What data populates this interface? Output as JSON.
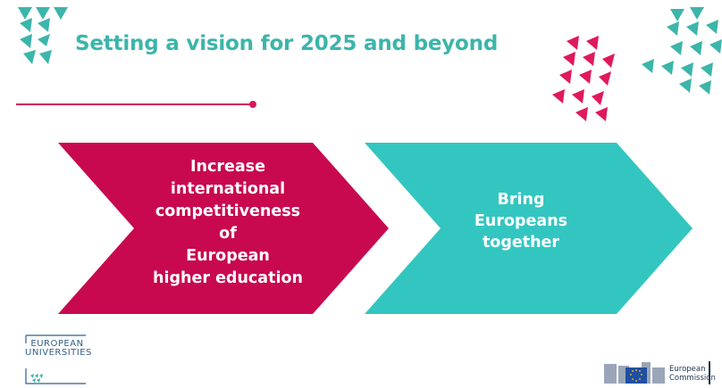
{
  "slide": {
    "title": "Setting a vision for 2025 and beyond"
  },
  "chevrons": [
    {
      "lines": [
        "Increase",
        "international",
        "competitiveness",
        "of",
        "European",
        "higher education"
      ],
      "color": "#c8094f"
    },
    {
      "lines": [
        "Bring",
        "Europeans",
        "together"
      ],
      "color": "#33c6c0"
    }
  ],
  "logos": {
    "european_universities": [
      "EUROPEAN",
      "UNIVERSITIES"
    ],
    "commission": [
      "European",
      "Commission"
    ]
  },
  "colors": {
    "teal": "#3cb5aa",
    "magenta": "#d6185a",
    "cyan": "#33c6c0"
  }
}
